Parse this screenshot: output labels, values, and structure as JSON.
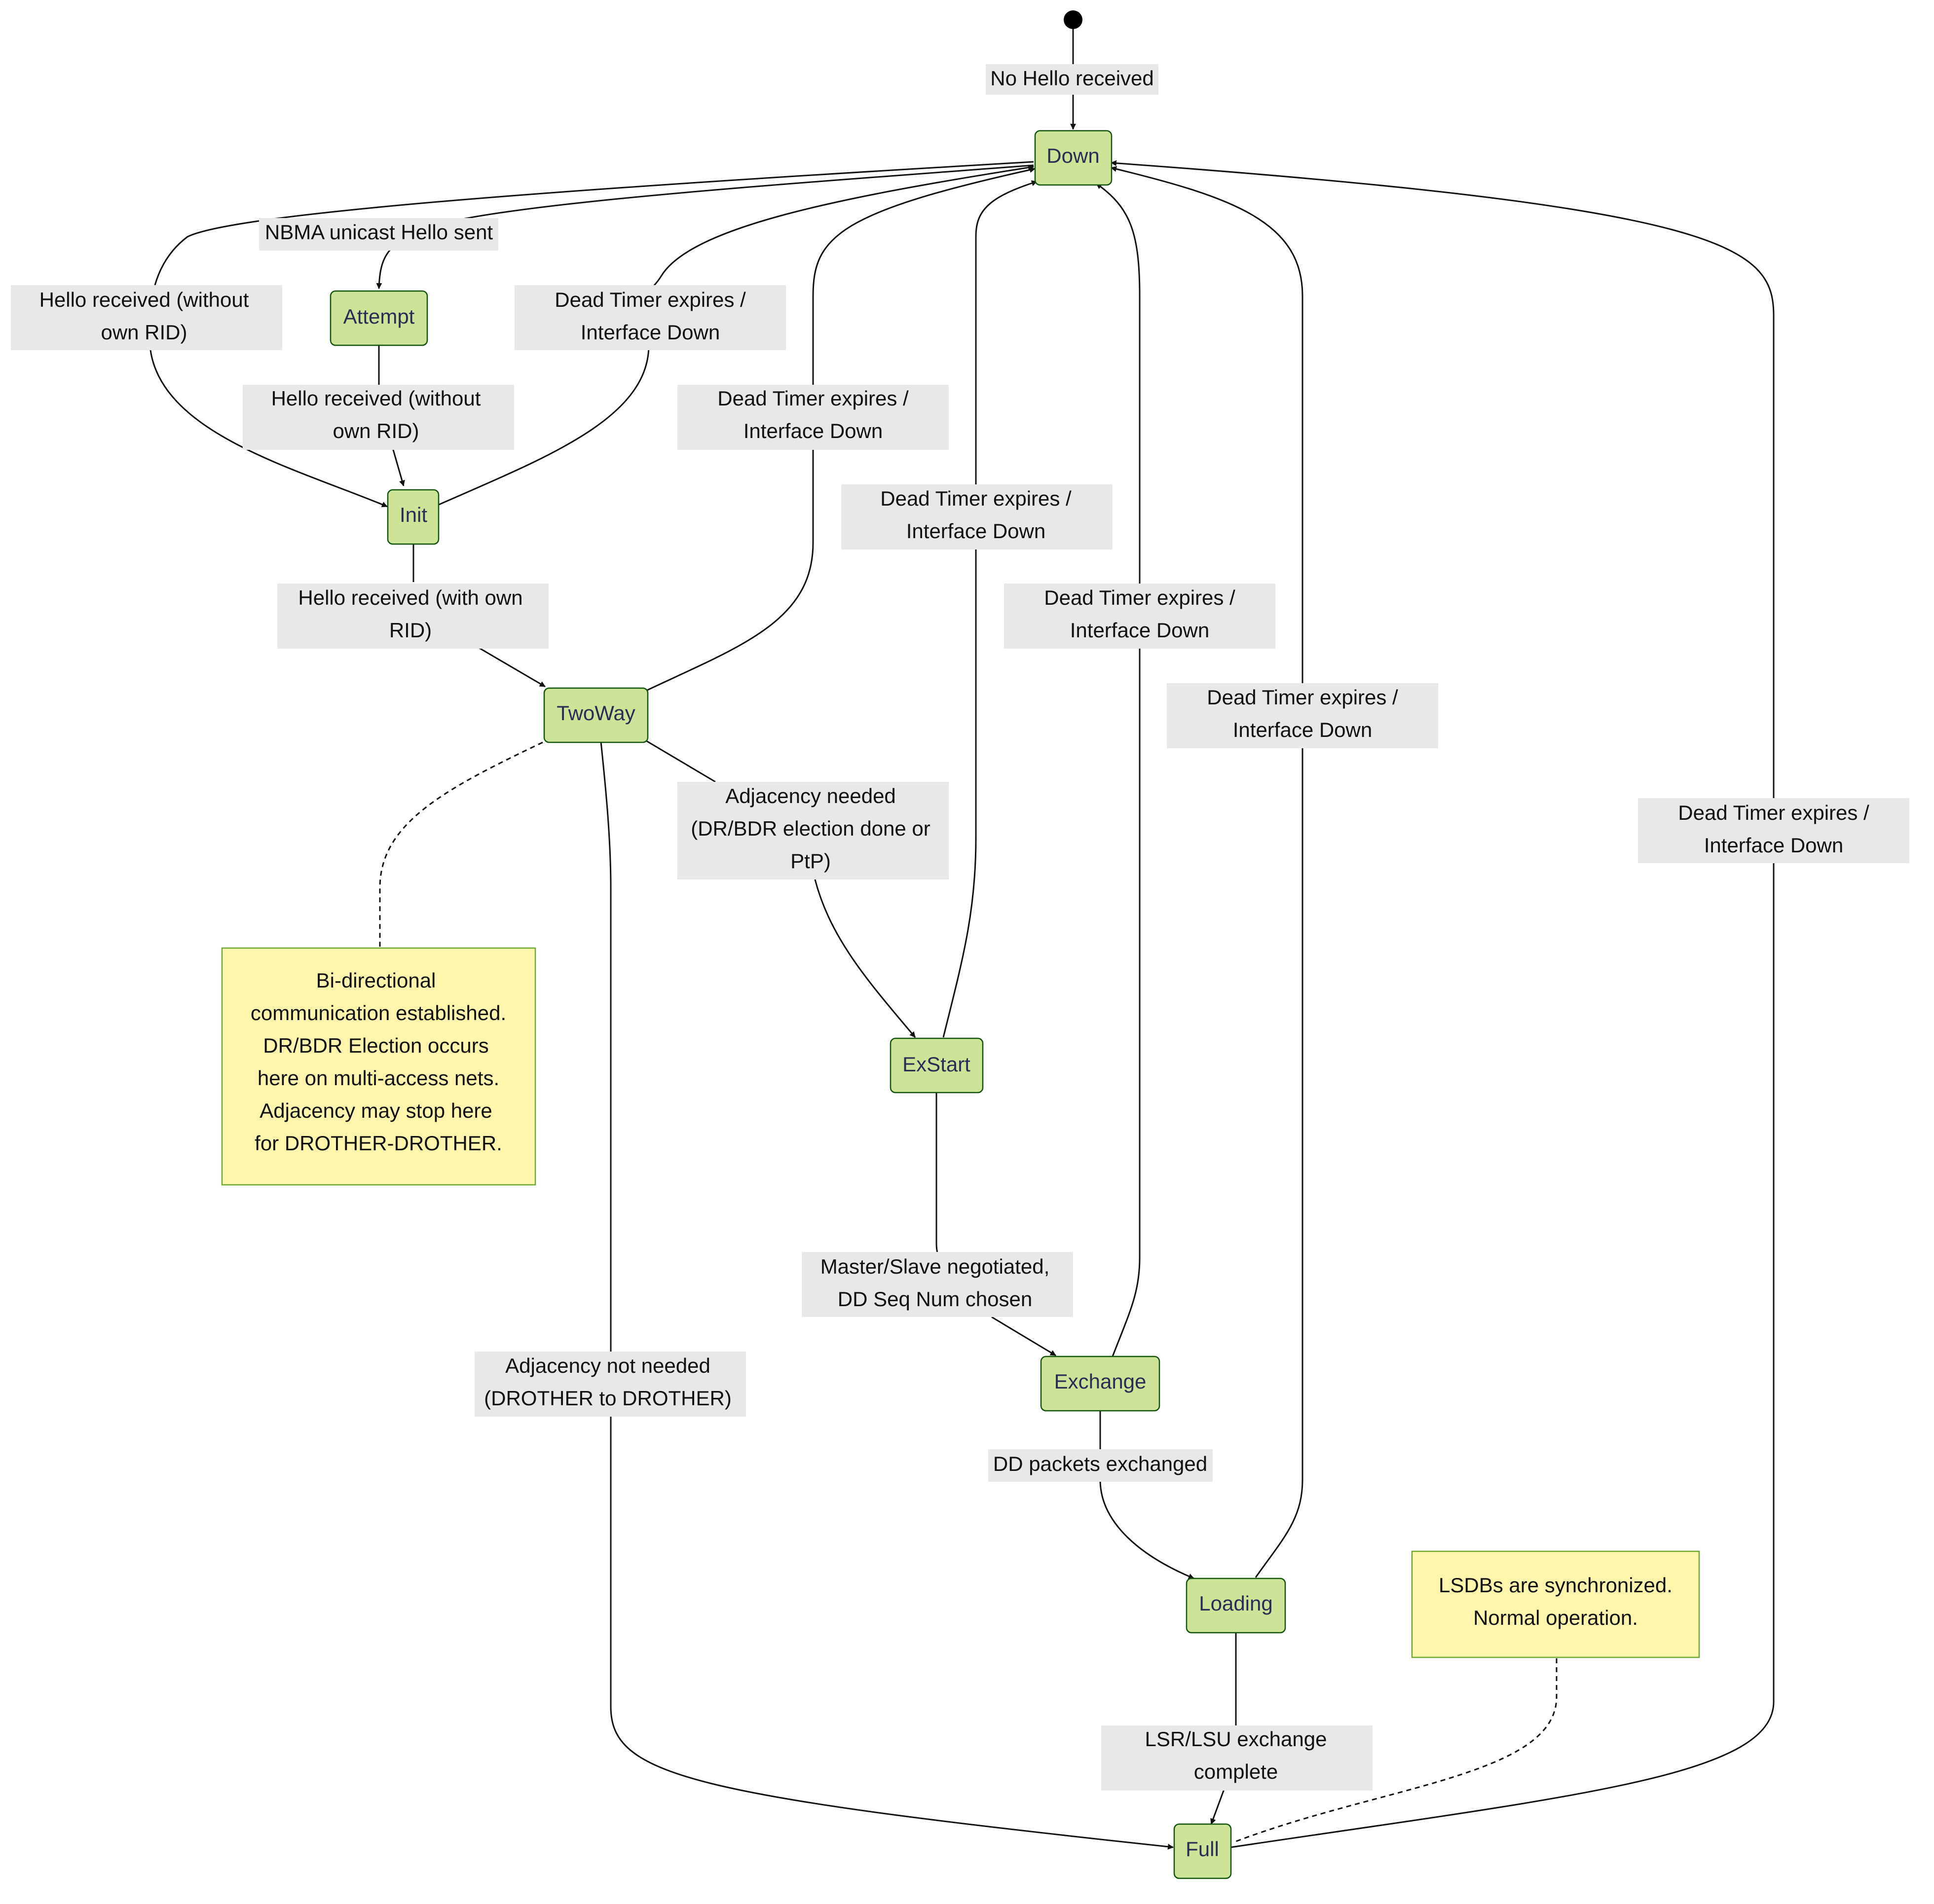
{
  "states": {
    "down": "Down",
    "attempt": "Attempt",
    "init": "Init",
    "twoway": "TwoWay",
    "exstart": "ExStart",
    "exchange": "Exchange",
    "loading": "Loading",
    "full": "Full"
  },
  "transitions": {
    "start_to_down": "No Hello received",
    "down_to_attempt": "NBMA unicast Hello sent",
    "down_to_init": [
      "Hello received (without",
      "own RID)"
    ],
    "attempt_to_init": [
      "Hello received (without",
      "own RID)"
    ],
    "init_to_down": [
      "Dead Timer expires /",
      "Interface Down"
    ],
    "twoway_to_down": [
      "Dead Timer expires /",
      "Interface Down"
    ],
    "exstart_to_down": [
      "Dead Timer expires /",
      "Interface Down"
    ],
    "exchange_to_down": [
      "Dead Timer expires /",
      "Interface Down"
    ],
    "loading_to_down": [
      "Dead Timer expires /",
      "Interface Down"
    ],
    "full_to_down": [
      "Dead Timer expires /",
      "Interface Down"
    ],
    "init_to_twoway": [
      "Hello received (with own",
      "RID)"
    ],
    "twoway_to_exstart": [
      "Adjacency needed",
      "(DR/BDR election done or",
      "PtP)"
    ],
    "twoway_to_full": [
      "Adjacency not needed",
      "(DROTHER to DROTHER)"
    ],
    "exstart_to_exchange": [
      "Master/Slave negotiated,",
      "DD Seq Num chosen"
    ],
    "exchange_to_loading": "DD packets exchanged",
    "loading_to_full": [
      "LSR/LSU exchange",
      "complete"
    ]
  },
  "notes": {
    "twoway_note": [
      "Bi-directional",
      "communication established.",
      "DR/BDR Election occurs",
      "here on multi-access nets.",
      "Adjacency may stop here",
      "for DROTHER-DROTHER."
    ],
    "full_note": [
      "LSDBs are synchronized.",
      "Normal operation."
    ]
  }
}
